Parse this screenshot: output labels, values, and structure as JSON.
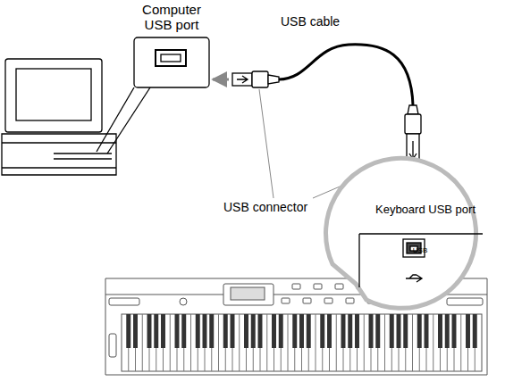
{
  "diagram": {
    "nodes": [
      {
        "text": [
          "Computer USB port"
        ]
      },
      {
        "text": [
          "Keyboard USB port",
          "USB"
        ]
      }
    ],
    "labels": [
      "USB cable",
      "USB connector"
    ]
  }
}
